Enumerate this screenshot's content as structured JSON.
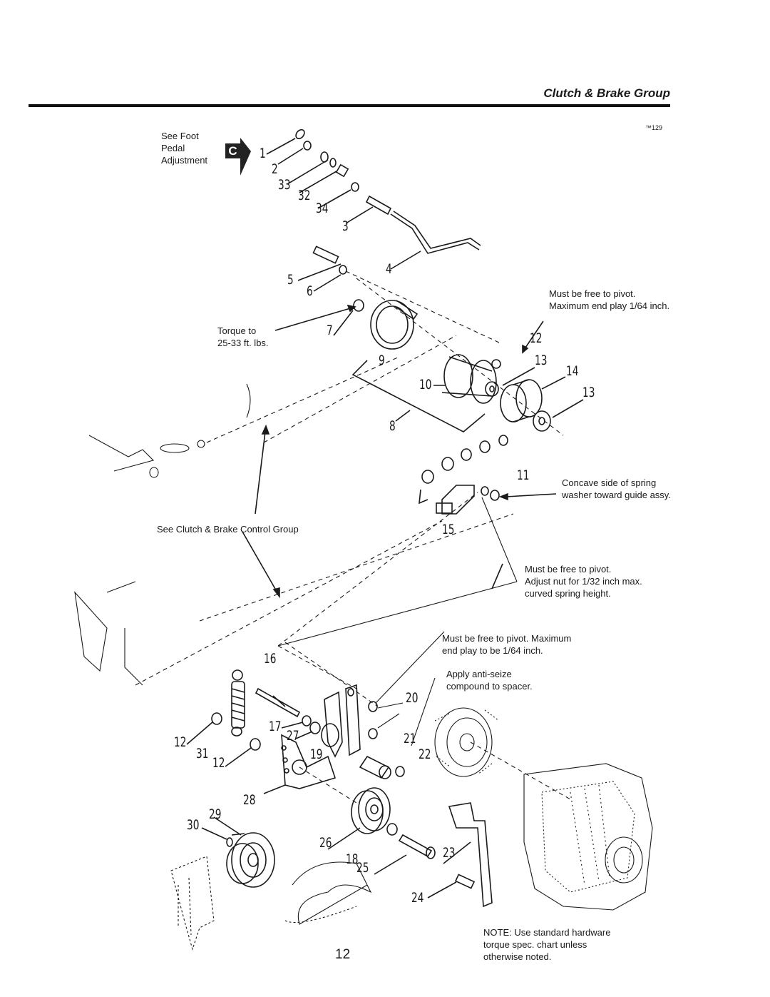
{
  "header": {
    "title": "Clutch & Brake Group",
    "figure_code": "™129"
  },
  "badge": "C",
  "notes": {
    "foot_pedal": [
      "See Foot",
      "Pedal",
      "Adjustment"
    ],
    "torque": [
      "Torque to",
      "25-33 ft. lbs."
    ],
    "pivot_1": [
      "Must be free to pivot.",
      "Maximum end play 1/64 inch."
    ],
    "concave": [
      "Concave side of spring",
      "washer toward guide assy."
    ],
    "control_group": "See Clutch & Brake Control Group",
    "pivot_2": [
      "Must be free to pivot.",
      "Adjust nut for 1/32 inch max.",
      "curved spring height."
    ],
    "pivot_3": [
      "Must be free to pivot. Maximum",
      "end play to be 1/64 inch."
    ],
    "anti_seize": [
      "Apply anti-seize",
      "compound to spacer."
    ],
    "hardware": [
      "NOTE: Use standard hardware",
      "torque spec. chart unless",
      "otherwise noted."
    ]
  },
  "callouts": [
    "1",
    "2",
    "33",
    "32",
    "34",
    "3",
    "4",
    "5",
    "6",
    "7",
    "9",
    "12",
    "10",
    "13",
    "14",
    "13",
    "8",
    "11",
    "15",
    "16",
    "20",
    "17",
    "27",
    "21",
    "12",
    "31",
    "12",
    "19",
    "22",
    "28",
    "29",
    "30",
    "26",
    "18",
    "25",
    "23",
    "24"
  ],
  "page_number": "12"
}
